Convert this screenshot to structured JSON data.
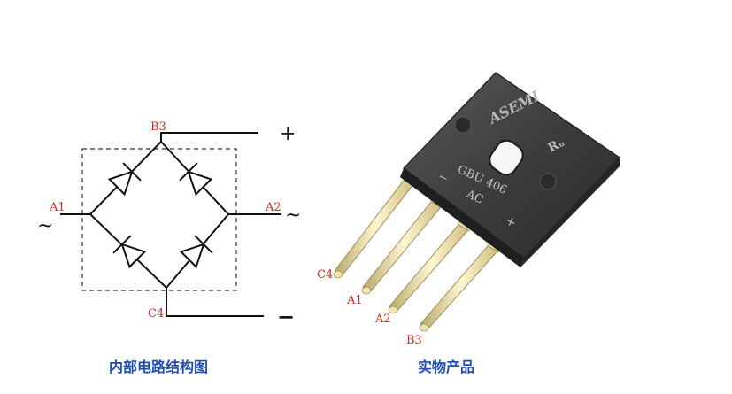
{
  "schematic": {
    "labels": {
      "b3": "B3",
      "a1": "A1",
      "a2": "A2",
      "c4": "C4"
    },
    "terminals": {
      "plus": "+",
      "minus": "−",
      "ac_left": "~",
      "ac_right": "~"
    },
    "caption": "内部电路结构图"
  },
  "product": {
    "brand": "ASEMI",
    "cert": "Rᵤ",
    "model": "GBU 406",
    "ac_mark": "AC",
    "minus_mark": "−",
    "plus_mark": "+",
    "pin_labels": {
      "c4": "C4",
      "a1": "A1",
      "a2": "A2",
      "b3": "B3"
    },
    "caption": "实物产品"
  },
  "colors": {
    "label_red": "#d4281c",
    "caption_blue": "#1f4fb5",
    "body": "#3f3f3f"
  }
}
